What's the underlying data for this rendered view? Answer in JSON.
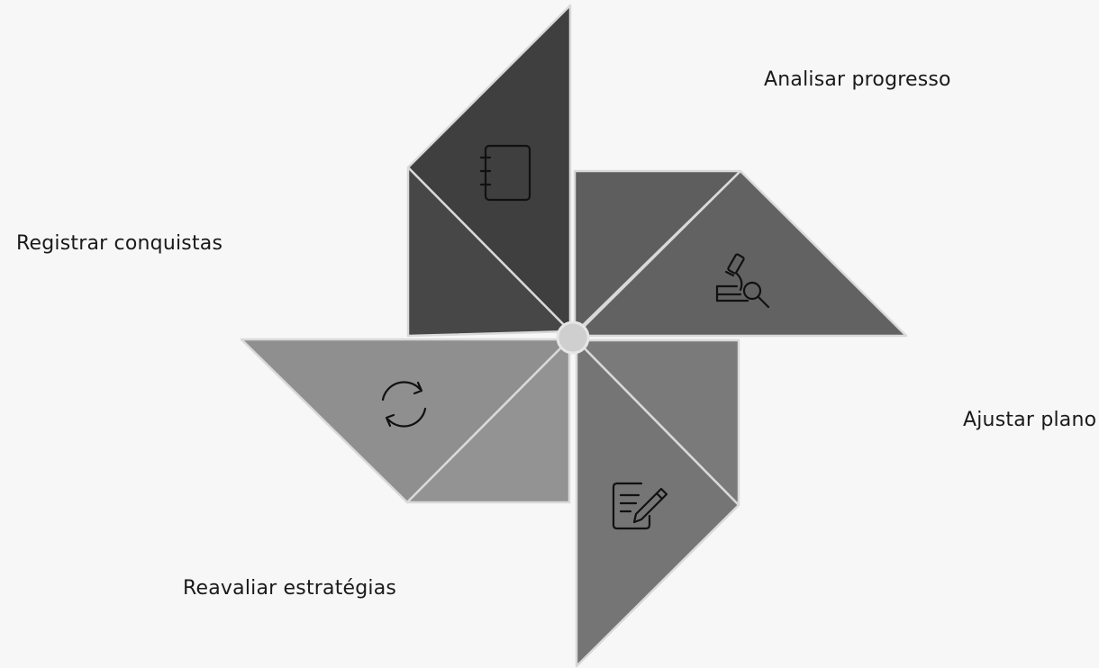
{
  "labels": {
    "analisar": "Analisar progresso",
    "registrar": "Registrar conquistas",
    "ajustar": "Ajustar plano",
    "reavaliar": "Reavaliar estratégias"
  },
  "icons": {
    "top_blade": "notebook-icon",
    "right_blade": "microscope-search-icon",
    "left_blade": "refresh-cycle-icon",
    "bottom_blade": "edit-document-icon"
  },
  "colors": {
    "background": "#f7f7f7",
    "blade_top_dark": "#3f3f3f",
    "blade_top_light": "#474747",
    "blade_right_a": "#5e5e5e",
    "blade_right_b": "#626262",
    "blade_left_a": "#8f8f8f",
    "blade_left_b": "#939393",
    "blade_bottom_a": "#757575",
    "blade_bottom_b": "#7a7a7a",
    "hub": "#cfcfcf",
    "outline": "#d9d9d9",
    "icon_stroke": "#111111"
  }
}
